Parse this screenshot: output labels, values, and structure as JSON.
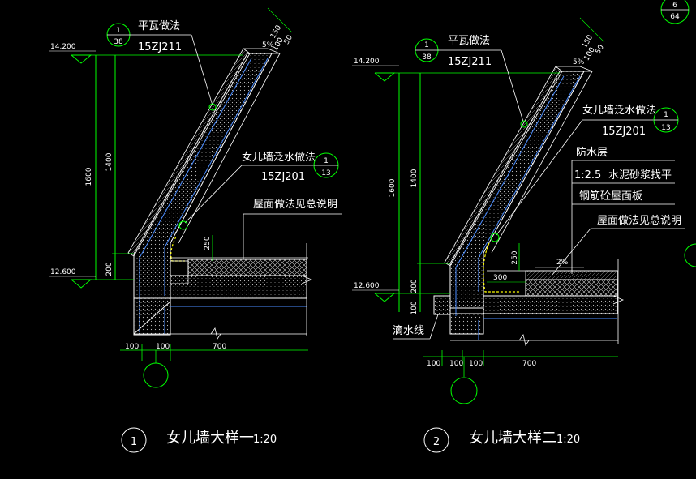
{
  "corner_tag": {
    "top": "6",
    "bottom": "64"
  },
  "details": [
    {
      "number": "1",
      "title": "女儿墙大样一",
      "scale": "1:20",
      "elev_top": "14.200",
      "elev_bottom": "12.600",
      "dims_vertical": [
        "1600",
        "1400",
        "200",
        "250"
      ],
      "dims_top": [
        "150",
        "100",
        "50"
      ],
      "slope": "5%",
      "dims_bottom": [
        "100",
        "100",
        "700"
      ],
      "callouts": {
        "tile_method": "平瓦做法",
        "tile_code": "15ZJ211",
        "tile_bubble": {
          "top": "1",
          "bottom": "38"
        },
        "flashing_method": "女儿墙泛水做法",
        "flashing_code": "15ZJ201",
        "flashing_bubble": {
          "top": "1",
          "bottom": "13"
        },
        "roof_note": "屋面做法见总说明"
      }
    },
    {
      "number": "2",
      "title": "女儿墙大样二",
      "scale": "1:20",
      "elev_top": "14.200",
      "elev_bottom": "12.600",
      "dims_vertical": [
        "1600",
        "1400",
        "200",
        "100",
        "250"
      ],
      "dims_top": [
        "150",
        "100",
        "50"
      ],
      "slope": "5%",
      "dims_bottom": [
        "100",
        "100",
        "100",
        "700"
      ],
      "dim_300": "300",
      "slope_roof": "2%",
      "callouts": {
        "tile_method": "平瓦做法",
        "tile_code": "15ZJ211",
        "tile_bubble": {
          "top": "1",
          "bottom": "38"
        },
        "flashing_method": "女儿墙泛水做法",
        "flashing_code": "15ZJ201",
        "flashing_bubble": {
          "top": "1",
          "bottom": "13"
        },
        "layer1": "防水层",
        "layer2_ratio": "1:2.5",
        "layer2_text": "水泥砂浆找平",
        "layer3": "钢筋砼屋面板",
        "roof_note": "屋面做法见总说明",
        "drip_line": "滴水线"
      }
    }
  ]
}
